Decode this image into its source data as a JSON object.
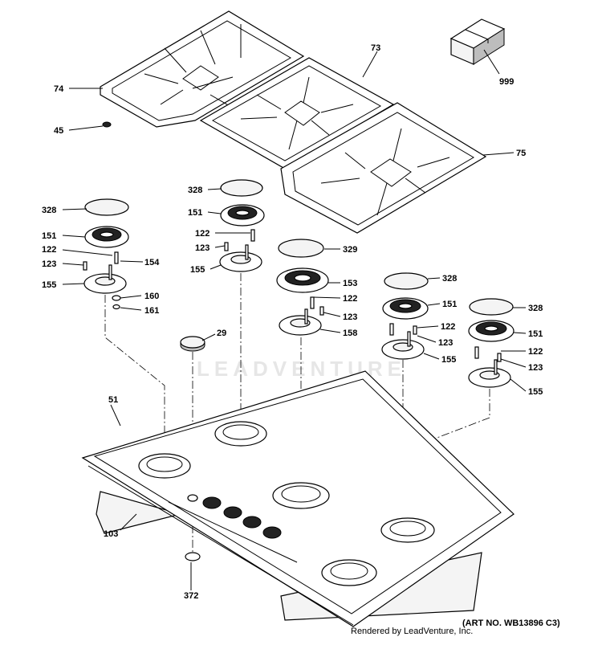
{
  "footer": {
    "rendered_by": "Rendered by LeadVenture, Inc.",
    "art_no": "(ART NO. WB13896 C3)"
  },
  "watermark": "LEADVENTURE",
  "callouts": {
    "c73": "73",
    "c999": "999",
    "c74": "74",
    "c45": "45",
    "c75": "75",
    "c328a": "328",
    "c151a": "151",
    "c122a": "122",
    "c123a": "123",
    "c154": "154",
    "c155a": "155",
    "c160": "160",
    "c161": "161",
    "c328b": "328",
    "c151b": "151",
    "c122b": "122",
    "c123b": "123",
    "c155b": "155",
    "c329": "329",
    "c153": "153",
    "c122c": "122",
    "c123c": "123",
    "c158": "158",
    "c328d": "328",
    "c151d": "151",
    "c122d": "122",
    "c123d": "123",
    "c155d": "155",
    "c328e": "328",
    "c151e": "151",
    "c122e": "122",
    "c123e": "123",
    "c155e": "155",
    "c29": "29",
    "c51": "51",
    "c103": "103",
    "c372": "372"
  }
}
